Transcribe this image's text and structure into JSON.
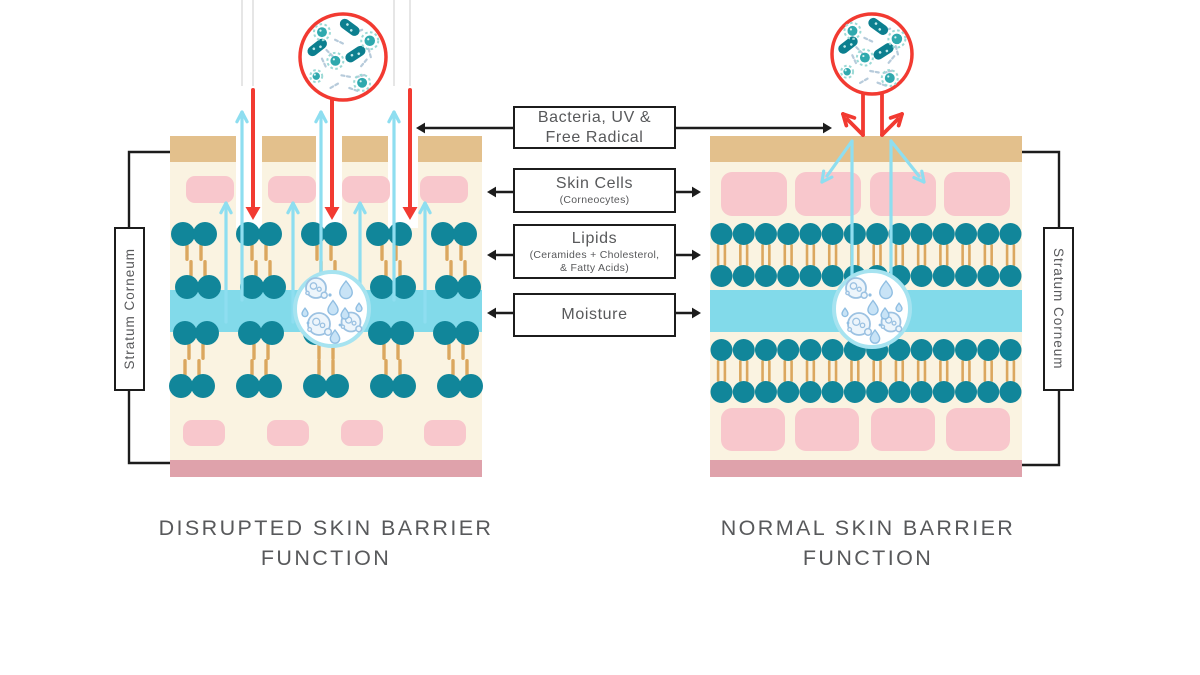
{
  "colors": {
    "cream": "#FAF3E1",
    "tan": "#E3C08C",
    "pink_cell": "#F8C7CC",
    "pink_band": "#DFA2AB",
    "teal": "#11869A",
    "tail": "#DBA75F",
    "band": "#82DAEA",
    "cyan_arrow": "#8EDEF0",
    "band_stroke": "#A6E3F0",
    "red": "#F23A31",
    "black": "#1C1C1C",
    "gray_text": "#58595B",
    "gray_line": "#DCDCDC",
    "bubble_stroke": "#9CC2E2",
    "bubble_fill": "#EDF5FB",
    "drop_fill": "#C8E3F6",
    "drop_stroke": "#90BEE2",
    "virus_core": "#2FA9AE",
    "virus_ring": "#9CDAD6",
    "pill": "#0C7F8F",
    "squiggle": "#B7CBDB"
  },
  "center_labels": [
    {
      "id": "bacteria",
      "lines": [
        "Bacteria, UV &",
        "Free Radical"
      ]
    },
    {
      "id": "skin_cells",
      "title": "Skin Cells",
      "subs": [
        "(Corneocytes)"
      ]
    },
    {
      "id": "lipids",
      "title": "Lipids",
      "subs": [
        "(Ceramides + Cholesterol,",
        "& Fatty Acids)"
      ]
    },
    {
      "id": "moisture",
      "title": "Moisture",
      "subs": []
    }
  ],
  "side_labels": {
    "left": "Stratum Corneum",
    "right": "Stratum Corneum"
  },
  "captions": {
    "left": [
      "DISRUPTED SKIN BARRIER",
      "FUNCTION"
    ],
    "right": [
      "NORMAL SKIN BARRIER",
      "FUNCTION"
    ]
  }
}
